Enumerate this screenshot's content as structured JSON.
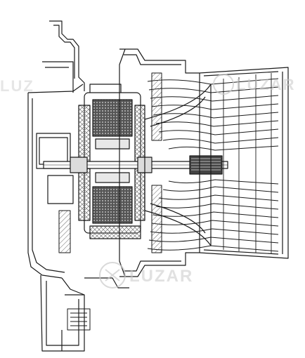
{
  "diagram": {
    "subject": "blower-motor-assembly-cross-section",
    "colors": {
      "line": "#1a1a1a",
      "hatch": "#8a8a8a",
      "watermark": "#c9c9c9",
      "background": "#ffffff"
    }
  },
  "watermark": {
    "brand": "LUZAR",
    "brand_left": "LUZ"
  }
}
